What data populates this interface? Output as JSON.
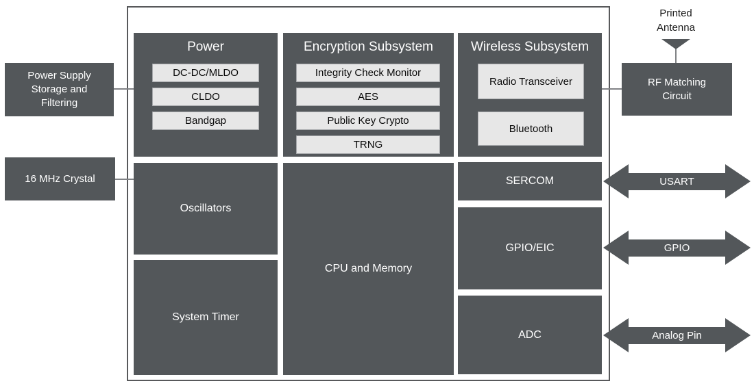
{
  "colors": {
    "block_fill": "#53575A",
    "subblock_fill": "#E7E7E7",
    "subblock_border": "#A6A8AB",
    "chip_border": "#58595B",
    "connector_line": "#808285",
    "text_on_dark": "#FFFFFF",
    "text_on_light": "#0A0A0A"
  },
  "external": {
    "power_supply": {
      "label": "Power Supply\nStorage and\nFiltering"
    },
    "crystal": {
      "label": "16 MHz Crystal"
    },
    "antenna": {
      "label": "Printed\nAntenna"
    },
    "rf_matching": {
      "label": "RF Matching\nCircuit"
    }
  },
  "chip": {
    "power": {
      "title": "Power",
      "items": [
        "DC-DC/MLDO",
        "CLDO",
        "Bandgap"
      ]
    },
    "encryption": {
      "title": "Encryption Subsystem",
      "items": [
        "Integrity Check Monitor",
        "AES",
        "Public Key Crypto",
        "TRNG"
      ]
    },
    "wireless": {
      "title": "Wireless Subsystem",
      "items": [
        "Radio Transceiver",
        "Bluetooth"
      ]
    },
    "oscillators": {
      "label": "Oscillators"
    },
    "system_timer": {
      "label": "System Timer"
    },
    "cpu": {
      "label": "CPU and Memory"
    },
    "sercom": {
      "label": "SERCOM"
    },
    "gpio": {
      "label": "GPIO/EIC"
    },
    "adc": {
      "label": "ADC"
    }
  },
  "arrows": [
    {
      "label": "USART"
    },
    {
      "label": "GPIO"
    },
    {
      "label": "Analog Pin"
    }
  ]
}
